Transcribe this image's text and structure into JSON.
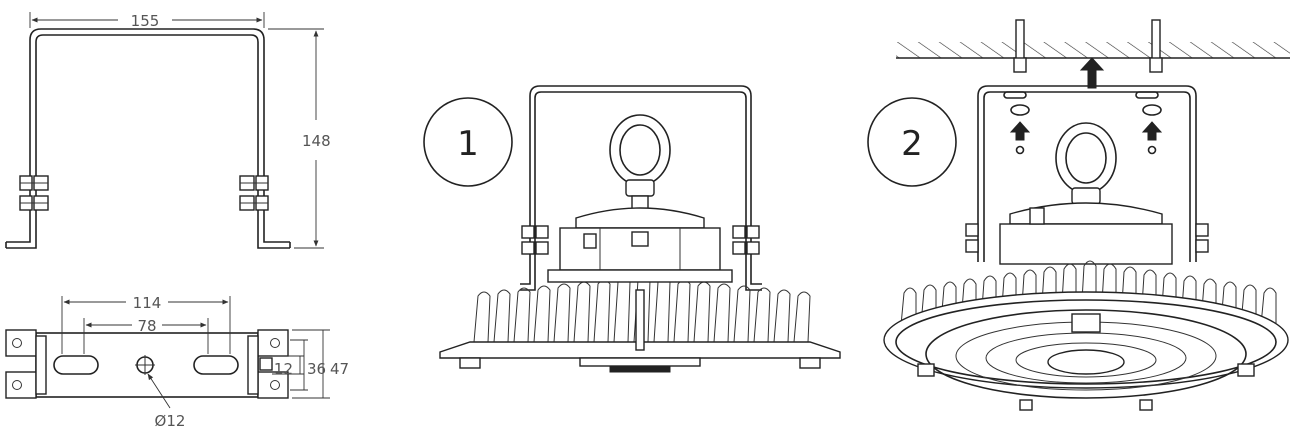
{
  "dimensions": {
    "bracket_width": "155",
    "bracket_height": "148",
    "slot_spacing_outer": "114",
    "slot_spacing_inner": "78",
    "dim_12": "12",
    "dim_36": "36",
    "dim_47": "47",
    "hole_diameter": "Ø12"
  },
  "steps": {
    "step1": "1",
    "step2": "2"
  }
}
